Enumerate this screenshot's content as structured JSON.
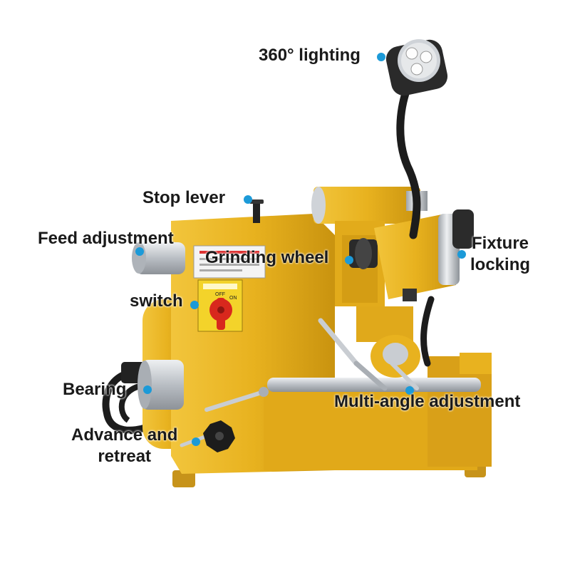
{
  "colors": {
    "machine_yellow": "#e8b21f",
    "machine_shadow": "#b9860f",
    "machine_highlight": "#f7cf52",
    "steel": "#c9cdd2",
    "black": "#1c1c1c",
    "switch_red": "#d8281d",
    "dot_blue": "#1c9ad8"
  },
  "labels": {
    "lighting": "360° lighting",
    "stop_lever": "Stop lever",
    "feed_adjustment": "Feed adjustment",
    "grinding_wheel": "Grinding wheel",
    "fixture_locking_1": "Fixture",
    "fixture_locking_2": "locking",
    "switch": "switch",
    "bearing": "Bearing",
    "multi_angle": "Multi-angle adjustment",
    "advance_retreat_1": "Advance and",
    "advance_retreat_2": "retreat"
  },
  "switch_panel": {
    "off": "OFF",
    "on": "ON"
  }
}
